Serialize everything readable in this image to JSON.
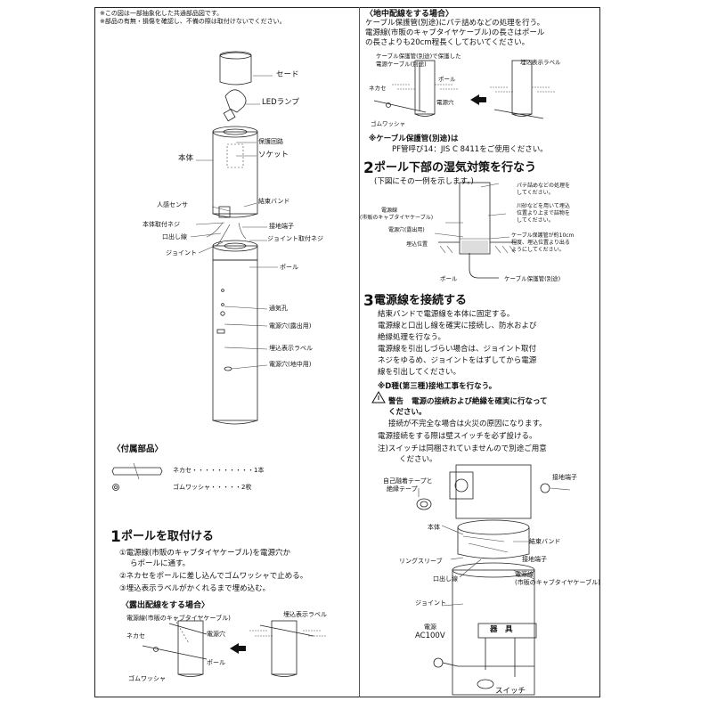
{
  "notes": {
    "line1": "※この図は一部抽象化した共通部品図です。",
    "line2": "※部品の有無・損傷を確認し、不備の際は取付けないでください。"
  },
  "parts_labels": {
    "shade": "セード",
    "led_lamp": "LEDランプ",
    "protection_circuit": "保護回路",
    "socket": "ソケット",
    "body": "本体",
    "motion_sensor": "人感センサ",
    "cable_tie": "結束バンド",
    "body_screw": "本体取付ネジ",
    "ground_terminal": "接地端子",
    "lead_wire": "口出し線",
    "joint_screw": "ジョイント取付ネジ",
    "joint": "ジョイント",
    "pole": "ポール",
    "vent_hole": "通気孔",
    "power_hole_exposed": "電源穴(露出用)",
    "burial_label": "埋込表示ラベル",
    "power_hole_underground": "電源穴(地中用)"
  },
  "accessories": {
    "title": "〈付属部品〉",
    "item1": "ネカセ・・・・・・・・・・1本",
    "item2": "ゴムワッシャ・・・・・2枚"
  },
  "step1": {
    "number": "1",
    "title": "ポールを取付ける",
    "line1": "①電源線(市販のキャブタイヤケーブル)を電源穴か",
    "line2": "らポールに通す。",
    "line3": "②ネカセをポールに差し込んでゴムワッシャで止める。",
    "line4": "③埋込表示ラベルがかくれるまで埋め込む。",
    "exposed_title": "〈露出配線をする場合〉",
    "lbl_cable": "電源線(市販のキャブタイヤケーブル)",
    "lbl_burial": "埋込表示ラベル",
    "lbl_nekase": "ネカセ",
    "lbl_hole": "電源穴",
    "lbl_pole": "ポール",
    "lbl_washer": "ゴムワッシャ"
  },
  "underground": {
    "title": "〈地中配線をする場合〉",
    "line1": "ケーブル保護管(別途)にパテ詰めなどの処理を行う。",
    "line2": "電源線(市販のキャブタイヤケーブル)の長さはポール",
    "line3": "の長さよりも20cm程長くしておいてください。",
    "lbl_protect": "ケーブル保護管(別途)で保護した",
    "lbl_protect2": "電源ケーブル(別途)",
    "lbl_burial": "埋込表示ラベル",
    "lbl_nekase": "ネカセ",
    "lbl_pole": "ポール",
    "lbl_hole": "電源穴",
    "lbl_washer": "ゴムワッシャ",
    "note1": "※ケーブル保護管(別途)は",
    "note2": "PF管呼び14：JIS C 8411をご使用ください。"
  },
  "step2": {
    "number": "2",
    "title": "ポール下部の湿気対策を行なう",
    "subtitle": "(下図にその一例を示します。)",
    "lbl_putty1": "パテ詰めなどの処理を",
    "lbl_putty2": "してください。",
    "lbl_cable1": "電源線",
    "lbl_cable2": "(市販のキャブタイヤケーブル)",
    "lbl_sand1": "川砂などを用いて埋込",
    "lbl_sand2": "位置より上まで詰物を",
    "lbl_sand3": "してください。",
    "lbl_hole": "電源穴(露出用)",
    "lbl_pos": "埋込位置",
    "lbl_tube1": "ケーブル保護管が約10cm",
    "lbl_tube2": "程度、埋込位置より出る",
    "lbl_tube3": "ようにしてください。",
    "lbl_pole": "ポール",
    "lbl_tube": "ケーブル保護管(別途)"
  },
  "step3": {
    "number": "3",
    "title": "電源線を接続する",
    "line1": "結束バンドで電源線を本体に固定する。",
    "line2": "電源線と口出し線を確実に接続し、防水および",
    "line3": "絶縁処理を行なう。",
    "line4": "電源線を引出しづらい場合は、ジョイント取付",
    "line5": "ネジをゆるめ、ジョイントをはずしてから電源",
    "line6": "線を引出してください。",
    "ground_note": "※D種(第三種)接地工事を行なう。",
    "warning_label": "警告",
    "warning1": "電源の接続および絶縁を確実に行なって",
    "warning2": "ください。",
    "warning3": "接続が不完全な場合は火災の原因になります。",
    "line7": "電源接続をする際は壁スイッチを必ず設ける。",
    "line8": "注)スイッチは同梱されていませんので別途ご用意",
    "line9": "ください。",
    "lbl_tape1": "自己融着テープと",
    "lbl_tape2": "絶縁テープ",
    "lbl_ground": "接地端子",
    "lbl_body": "本体",
    "lbl_tie": "結束バンド",
    "lbl_sleeve": "リングスリーブ",
    "lbl_ground2": "接地端子",
    "lbl_lead": "口出し線",
    "lbl_cable1": "電源線",
    "lbl_cable2": "(市販のキャブタイヤケーブル)",
    "lbl_joint": "ジョイント",
    "lbl_power1": "電源",
    "lbl_power2": "AC100V",
    "lbl_device": "器　具",
    "lbl_switch": "スイッチ"
  }
}
